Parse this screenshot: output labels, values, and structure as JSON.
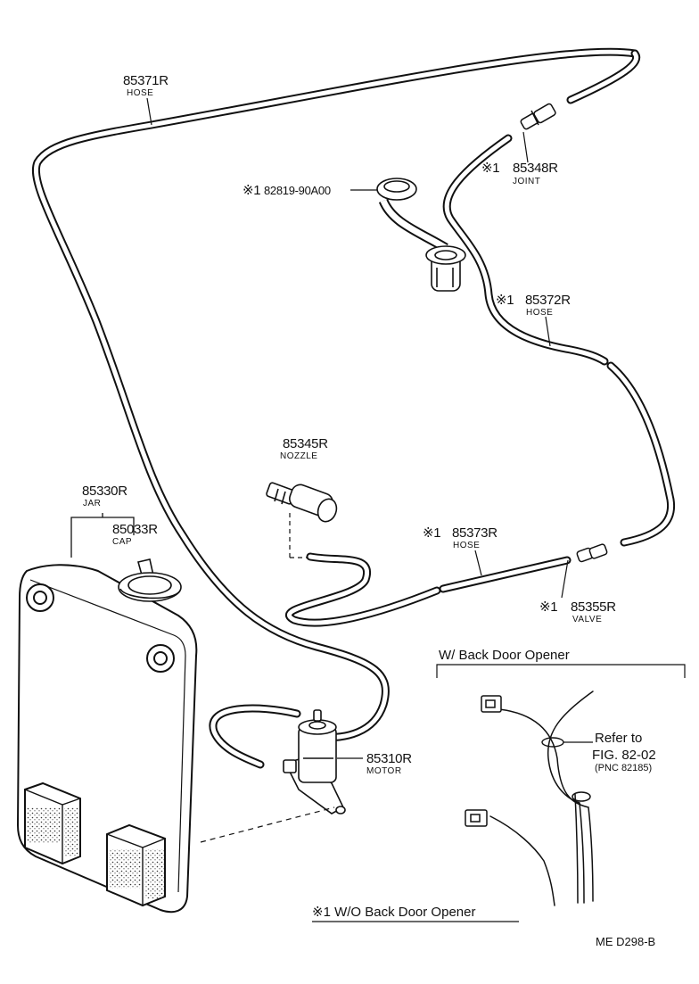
{
  "parts": {
    "hose_main": {
      "pn": "85371R",
      "desc": "HOSE"
    },
    "joint": {
      "mark": "※1",
      "pn": "85348R",
      "desc": "JOINT"
    },
    "grommet": {
      "mark": "※1",
      "pn": "82819-90A00"
    },
    "hose_upper": {
      "mark": "※1",
      "pn": "85372R",
      "desc": "HOSE"
    },
    "nozzle": {
      "pn": "85345R",
      "desc": "NOZZLE"
    },
    "jar": {
      "pn": "85330R",
      "desc": "JAR"
    },
    "cap": {
      "pn": "85033R",
      "desc": "CAP"
    },
    "hose_lower": {
      "mark": "※1",
      "pn": "85373R",
      "desc": "HOSE"
    },
    "valve": {
      "mark": "※1",
      "pn": "85355R",
      "desc": "VALVE"
    },
    "motor": {
      "pn": "85310R",
      "desc": "MOTOR"
    }
  },
  "inset": {
    "title": "W/ Back Door Opener",
    "refer_line1": "Refer to",
    "refer_line2": "FIG. 82-02",
    "refer_line3": "(PNC 82185)"
  },
  "footnote": "※1  W/O Back Door Opener",
  "code": "ME   D298-B"
}
